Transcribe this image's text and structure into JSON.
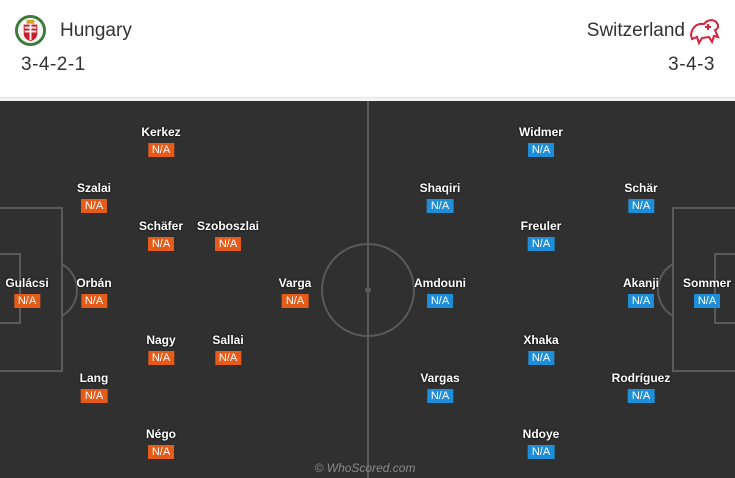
{
  "home": {
    "name": "Hungary",
    "formation": "3-4-2-1",
    "crest_icon": "hungary-crest-icon",
    "rating_color": "#e55b19",
    "players": [
      {
        "name": "Gulácsi",
        "rating": "N/A"
      },
      {
        "name": "Szalai",
        "rating": "N/A"
      },
      {
        "name": "Orbán",
        "rating": "N/A"
      },
      {
        "name": "Lang",
        "rating": "N/A"
      },
      {
        "name": "Kerkez",
        "rating": "N/A"
      },
      {
        "name": "Schäfer",
        "rating": "N/A"
      },
      {
        "name": "Nagy",
        "rating": "N/A"
      },
      {
        "name": "Négo",
        "rating": "N/A"
      },
      {
        "name": "Szoboszlai",
        "rating": "N/A"
      },
      {
        "name": "Sallai",
        "rating": "N/A"
      },
      {
        "name": "Varga",
        "rating": "N/A"
      }
    ]
  },
  "away": {
    "name": "Switzerland",
    "formation": "3-4-3",
    "crest_icon": "switzerland-crest-icon",
    "rating_color": "#1e8ed8",
    "players": [
      {
        "name": "Widmer",
        "rating": "N/A"
      },
      {
        "name": "Shaqiri",
        "rating": "N/A"
      },
      {
        "name": "Freuler",
        "rating": "N/A"
      },
      {
        "name": "Amdouni",
        "rating": "N/A"
      },
      {
        "name": "Xhaka",
        "rating": "N/A"
      },
      {
        "name": "Vargas",
        "rating": "N/A"
      },
      {
        "name": "Ndoye",
        "rating": "N/A"
      },
      {
        "name": "Schär",
        "rating": "N/A"
      },
      {
        "name": "Akanji",
        "rating": "N/A"
      },
      {
        "name": "Rodríguez",
        "rating": "N/A"
      },
      {
        "name": "Sommer",
        "rating": "N/A"
      }
    ]
  },
  "watermark": "© WhoScored.com"
}
